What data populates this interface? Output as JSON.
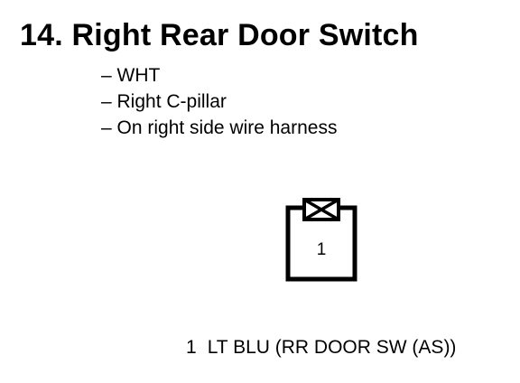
{
  "title": "14. Right Rear Door Switch",
  "details": [
    "– WHT",
    "– Right C-pillar",
    "– On right side wire harness"
  ],
  "connector": {
    "terminal_label": "1"
  },
  "pins": [
    {
      "number": "1",
      "description": "LT BLU (RR DOOR SW (AS))"
    }
  ]
}
